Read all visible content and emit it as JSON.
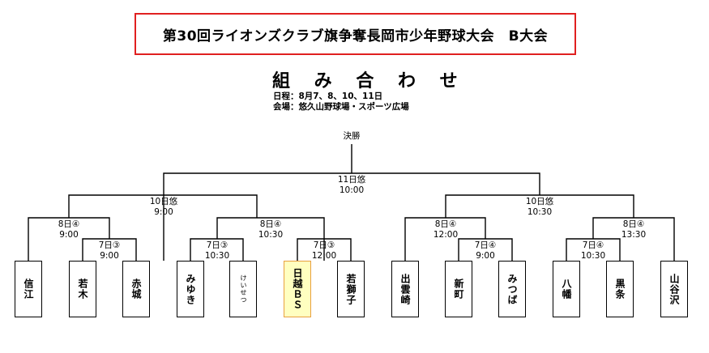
{
  "title": "第30回ライオンズクラブ旗争奪長岡市少年野球大会　B大会",
  "heading": "組 み 合 わ せ",
  "schedule": "日程：8月7、8、10、11日",
  "venue": "会場：悠久山野球場・スポーツ広場",
  "final_label": "決勝",
  "matches": {
    "final": {
      "date": "11日悠",
      "time": "10:00"
    },
    "semi_left": {
      "date": "10日悠",
      "time": "9:00"
    },
    "semi_right": {
      "date": "10日悠",
      "time": "10:30"
    },
    "q1": {
      "date": "8日④",
      "time": "9:00"
    },
    "q2": {
      "date": "8日④",
      "time": "10:30"
    },
    "q3": {
      "date": "8日④",
      "time": "12:00"
    },
    "q4": {
      "date": "8日④",
      "time": "13:30"
    },
    "r1": {
      "date": "7日③",
      "time": "9:00"
    },
    "r2": {
      "date": "7日③",
      "time": "10:30"
    },
    "r3": {
      "date": "7日③",
      "time": "12:00"
    },
    "r4": {
      "date": "7日④",
      "time": "9:00"
    },
    "r5": {
      "date": "7日④",
      "time": "10:30"
    }
  },
  "teams": [
    {
      "name": "信江"
    },
    {
      "name": "若木"
    },
    {
      "name": "赤城"
    },
    {
      "name": "みゆき"
    },
    {
      "name": "けいせつ"
    },
    {
      "name": "日越ＢＳ"
    },
    {
      "name": "若獅子"
    },
    {
      "name": "出雲崎"
    },
    {
      "name": "新町"
    },
    {
      "name": "みつば"
    },
    {
      "name": "八幡"
    },
    {
      "name": "黒条"
    },
    {
      "name": "山谷沢"
    }
  ],
  "colors": {
    "title_border": "#e02020",
    "highlight_fill": "#ffffc0",
    "highlight_border": "#e8a040"
  }
}
